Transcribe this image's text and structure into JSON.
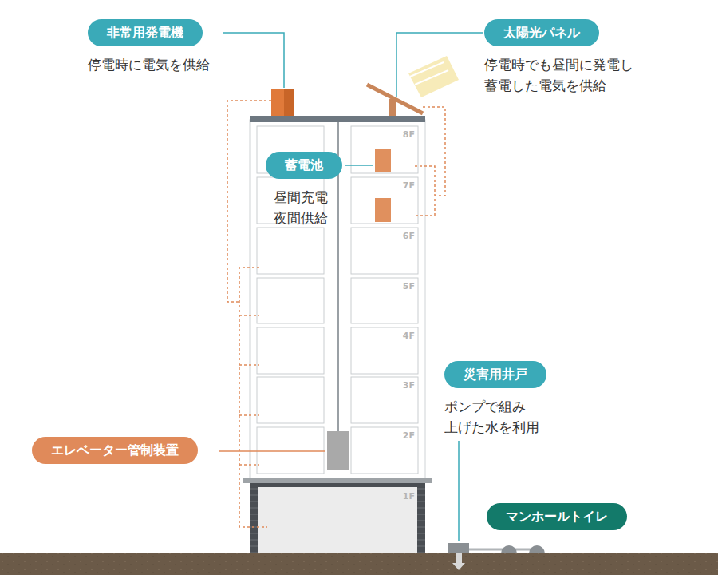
{
  "diagram": {
    "nodes": [
      {
        "text": [
          "非常用発電機",
          "停電時に電気を供給"
        ]
      },
      {
        "text": [
          "太陽光パネル",
          "停電時でも昼間に発電し 蓄電した電気を供給"
        ]
      },
      {
        "text": [
          "蓄電池",
          "昼間充電 夜間供給"
        ]
      },
      {
        "text": [
          "災害用井戸",
          "ポンプで組み 上げた水を利用"
        ]
      },
      {
        "text": [
          "エレベーター管制装置"
        ]
      },
      {
        "text": [
          "マンホールトイレ"
        ]
      }
    ],
    "labels": [
      "8F",
      "7F",
      "6F",
      "5F",
      "4F",
      "3F",
      "2F",
      "1F"
    ]
  }
}
